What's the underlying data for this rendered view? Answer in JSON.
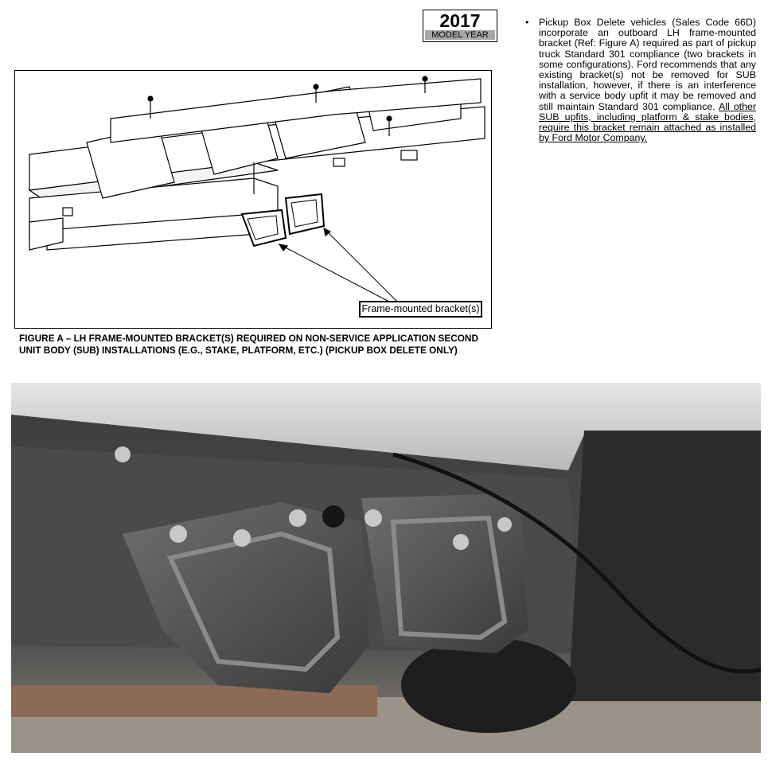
{
  "model_year": {
    "year": "2017",
    "label": "MODEL YEAR"
  },
  "note": {
    "bullet": "•",
    "text_plain": "Pickup Box Delete vehicles (Sales Code 66D) incorporate an outboard LH frame-mounted bracket (Ref: Figure A) required as part of pickup truck Standard 301 compliance (two brackets in some configurations). Ford recommends that any existing bracket(s) not be removed for SUB installation, however, if there is an interference with a service body upfit it may be removed and still maintain Standard 301 compliance. ",
    "text_underlined": "All other SUB upfits, including platform & stake bodies, require this bracket remain attached as installed by Ford Motor Company."
  },
  "figure": {
    "callout": "Frame-mounted bracket(s)",
    "caption": "FIGURE A – LH FRAME-MOUNTED BRACKET(S) REQUIRED ON NON-SERVICE APPLICATION SECOND UNIT BODY (SUB) INSTALLATIONS (E.G., STAKE, PLATFORM, ETC.) (PICKUP BOX DELETE ONLY)"
  }
}
